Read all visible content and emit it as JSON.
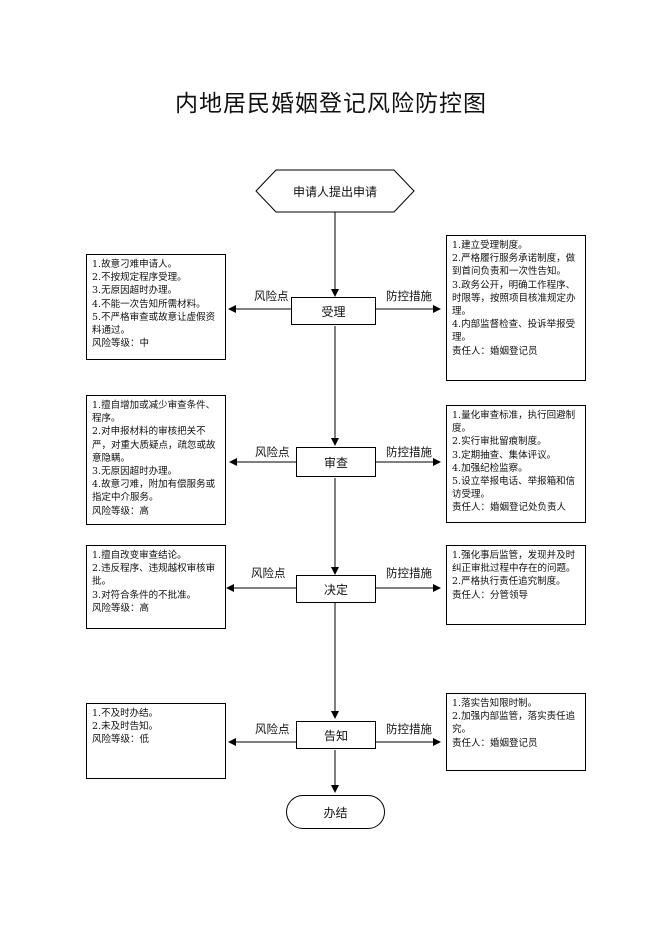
{
  "title": "内地居民婚姻登记风险防控图",
  "start": "申请人提出申请",
  "end": "办结",
  "labels": {
    "risk": "风险点",
    "control": "防控措施"
  },
  "steps": [
    {
      "name": "受理",
      "risks": "1.故意刁难申请人。\n2.不按规定程序受理。\n3.无原因超时办理。\n4.不能一次告知所需材料。\n5.不严格审查或故意让虚假资料通过。\n风险等级：中",
      "controls": "1.建立受理制度。\n2.严格履行服务承诺制度，做到首问负责和一次性告知。\n3.政务公开，明确工作程序、时限等，按照项目核准规定办理。\n4.内部监督检查、投诉举报受理。\n责任人：婚姻登记员"
    },
    {
      "name": "审查",
      "risks": "1.擅自增加或减少审查条件、程序。\n2.对申报材料的审核把关不严，对重大质疑点，疏忽或故意隐瞒。\n3.无原因超时办理。\n4.故意刁难，附加有偿服务或指定中介服务。\n风险等级：高",
      "controls": "1.量化审查标准，执行回避制度。\n2.实行审批留痕制度。\n3.定期抽查、集体评议。\n4.加强纪检监察。\n5.设立举报电话、举报箱和信访受理。\n责任人：婚姻登记处负责人"
    },
    {
      "name": "决定",
      "risks": "1.擅自改变审查结论。\n2.违反程序、违规越权审核审批。\n3.对符合条件的不批准。\n风险等级：高",
      "controls": "1.强化事后监管，发现并及时纠正审批过程中存在的问题。\n2.严格执行责任追究制度。\n责任人：分管领导"
    },
    {
      "name": "告知",
      "risks": "1.不及时办结。\n2.未及时告知。\n风险等级：低",
      "controls": "1.落实告知限时制。\n2.加强内部监管，落实责任追究。\n责任人：婚姻登记员"
    }
  ]
}
